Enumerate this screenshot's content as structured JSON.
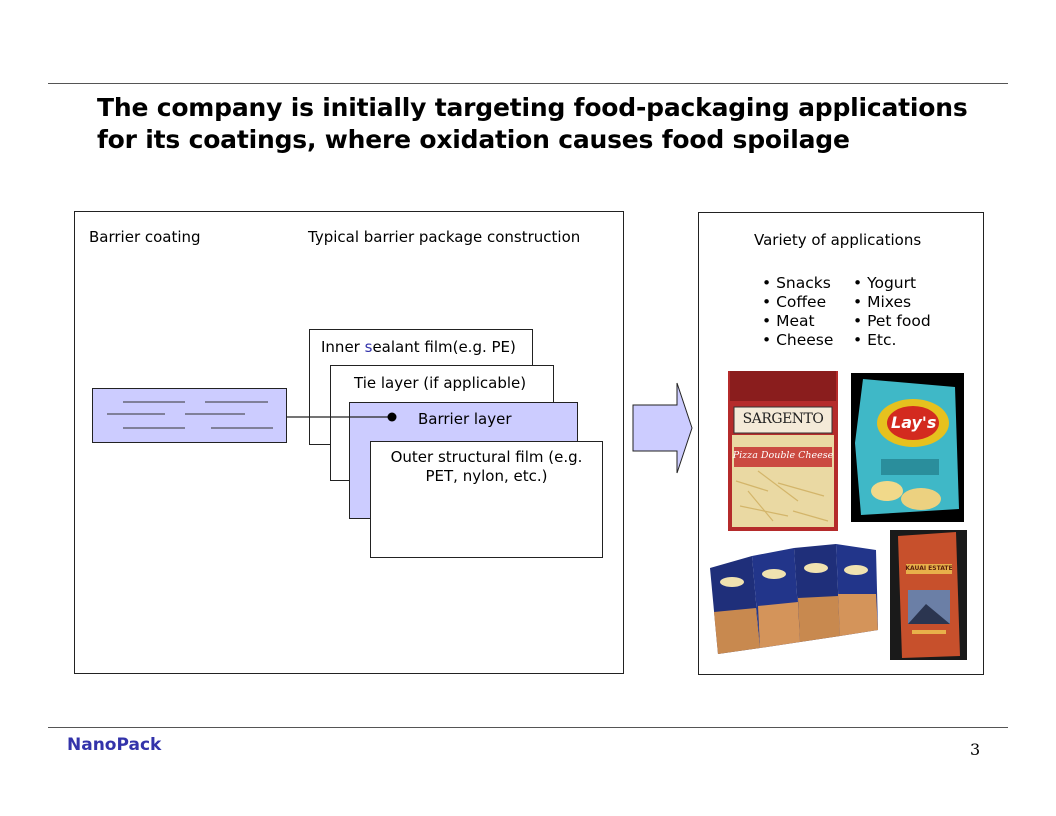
{
  "slide": {
    "title_line1": "The company is initially targeting food-packaging applications",
    "title_line2": "for its coatings, where oxidation causes food spoilage",
    "footer_brand": "NanoPack",
    "page_number": "3"
  },
  "left_panel": {
    "barrier_coating_label": "Barrier coating",
    "construction_label": "Typical barrier package construction",
    "layers": {
      "inner_prefix": "Inner ",
      "inner_s": "s",
      "inner_suffix": "ealant  film(e.g. PE)",
      "tie": "Tie layer (if applicable)",
      "barrier": "Barrier layer",
      "outer": "Outer structural film (e.g. PET, nylon, etc.)"
    }
  },
  "right_panel": {
    "heading": "Variety of applications",
    "col1": [
      "• Snacks",
      "• Coffee",
      "• Meat",
      "• Cheese"
    ],
    "col2": [
      "• Yogurt",
      "• Mixes",
      "• Pet food",
      "• Etc."
    ],
    "photos": {
      "cheese_brand": "SARGENTO",
      "cheese_product": "Pizza Double Cheese",
      "chips_brand": "Lay's",
      "coffee_brand": "KAUAI ESTATE"
    }
  },
  "colors": {
    "accent_purple": "#ccccff",
    "brand_blue": "#3333aa"
  }
}
